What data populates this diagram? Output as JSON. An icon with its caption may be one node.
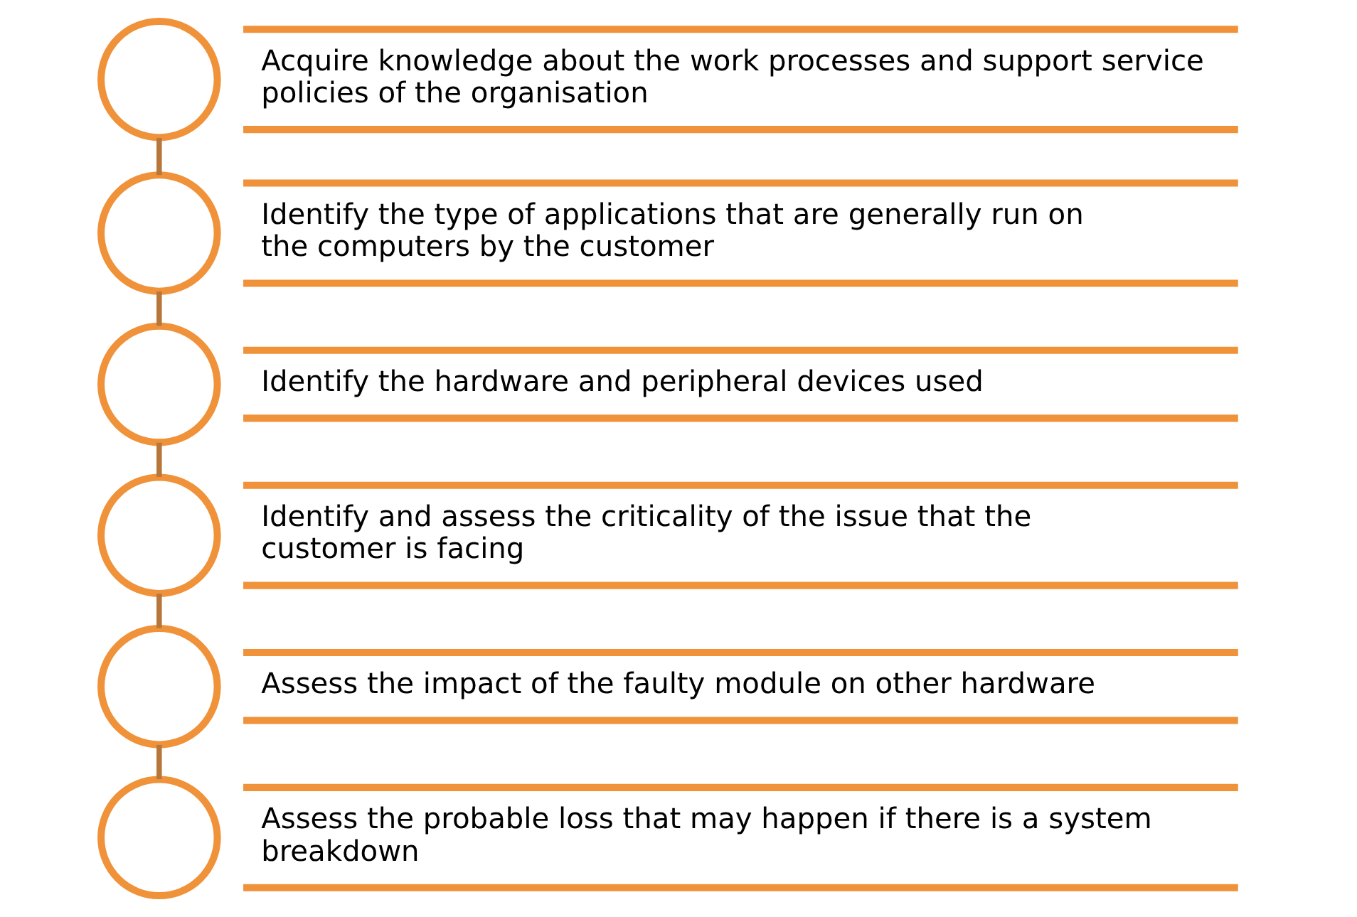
{
  "diagram": {
    "nodes": [
      {
        "text": [],
        "shape": "circle"
      },
      {
        "text": [
          "Acquire knowledge about the work processes and support service policies of the organisation"
        ]
      },
      {
        "text": [],
        "shape": "circle"
      },
      {
        "text": [
          "Identify the type of applications that are generally run on the computers by the customer"
        ]
      },
      {
        "text": [],
        "shape": "circle"
      },
      {
        "text": [
          "Identify the hardware and peripheral devices used"
        ]
      },
      {
        "text": [],
        "shape": "circle"
      },
      {
        "text": [
          "Identify and assess the criticality of the issue that the customer is facing"
        ]
      },
      {
        "text": [],
        "shape": "circle"
      },
      {
        "text": [
          "Assess the impact of the faulty module on other hardware"
        ]
      },
      {
        "text": [],
        "shape": "circle"
      },
      {
        "text": [
          "Assess the probable loss that may happen if there is a system breakdown"
        ]
      }
    ],
    "edges": [
      {
        "from": 0,
        "to": 2,
        "arrow": "none"
      },
      {
        "from": 2,
        "to": 4,
        "arrow": "none"
      },
      {
        "from": 4,
        "to": 6,
        "arrow": "none"
      },
      {
        "from": 6,
        "to": 8,
        "arrow": "none"
      },
      {
        "from": 8,
        "to": 10,
        "arrow": "none"
      }
    ]
  }
}
